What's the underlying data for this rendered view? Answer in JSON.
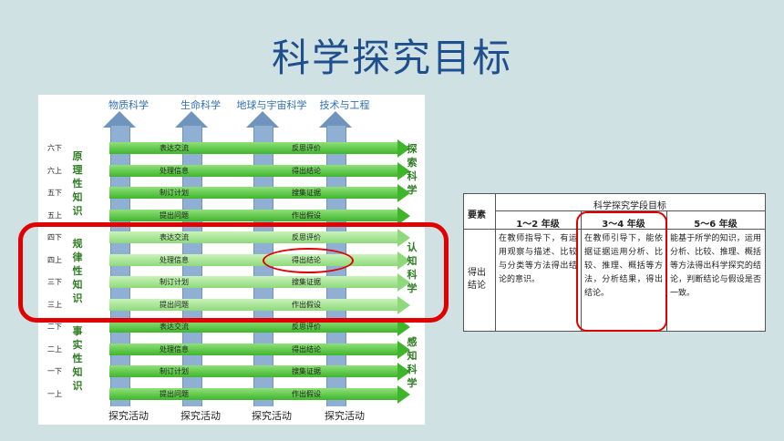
{
  "slide": {
    "title": "科学探究目标"
  },
  "diagram": {
    "columns": [
      "物质科学",
      "生命科学",
      "地球与宇宙科学",
      "技术与工程"
    ],
    "bottom_labels": [
      "探究活动",
      "探究活动",
      "探究活动",
      "探究活动"
    ],
    "left_groups": [
      "原理性知识",
      "规律性知识",
      "事实性知识"
    ],
    "right_groups": [
      "探索科学",
      "认知科学",
      "感知科学"
    ],
    "grades": [
      "六下",
      "六上",
      "五下",
      "五上",
      "四下",
      "四上",
      "三下",
      "三上",
      "二下",
      "二上",
      "一下",
      "一上"
    ],
    "row_left": [
      "表达交流",
      "处理信息",
      "制订计划",
      "提出问题",
      "表达交流",
      "处理信息",
      "制订计划",
      "提出问题",
      "表达交流",
      "处理信息",
      "制订计划",
      "提出问题"
    ],
    "row_right": [
      "反思评价",
      "得出结论",
      "搜集证据",
      "作出假设",
      "反思评价",
      "得出结论",
      "搜集证据",
      "作出假设",
      "反思评价",
      "得出结论",
      "搜集证据",
      "作出假设"
    ]
  },
  "table": {
    "title": "科学探究学段目标",
    "key_header": "要素",
    "row_key": "得出结论",
    "col_headers": [
      "1～2 年级",
      "3～4 年级",
      "5～6 年级"
    ],
    "cells": [
      "在教师指导下，有运用观察与描述、比较与分类等方法得出结论的意识。",
      "在教师引导下，能依据证据运用分析、比较、推理、概括等方法，分析结果，得出结论。",
      "能基于所学的知识，运用分析、比较、推理、概括等方法得出科学探究的结论，判断结论与假设是否一致。"
    ]
  }
}
